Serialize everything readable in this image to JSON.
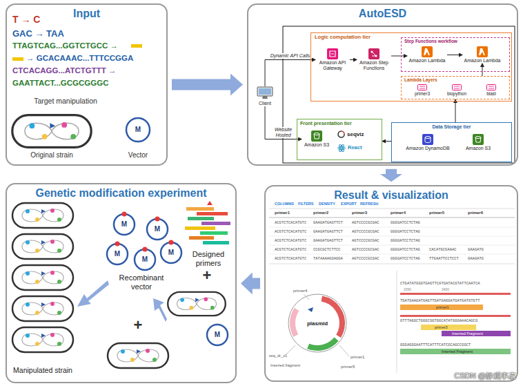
{
  "diagram": {
    "nodes": [
      {
        "text": [
          "Input"
        ]
      },
      {
        "text": [
          "AutoESD"
        ]
      },
      {
        "text": [
          "Client"
        ],
        "in": 1
      },
      {
        "text": [
          "Logic computation tier"
        ],
        "in": 1
      },
      {
        "text": [
          "Amazon API Gateway"
        ],
        "in": 3
      },
      {
        "text": [
          "Amazon Step Functions"
        ],
        "in": 3
      },
      {
        "text": [
          "Step Functions workflow"
        ],
        "in": 3
      },
      {
        "text": [
          "Amazon Lambda"
        ],
        "in": 6
      },
      {
        "text": [
          "Amazon Lambda"
        ],
        "in": 6
      },
      {
        "text": [
          "Lambda Layers"
        ],
        "in": 3
      },
      {
        "text": [
          "primer3"
        ],
        "in": 9
      },
      {
        "text": [
          "biopython"
        ],
        "in": 9
      },
      {
        "text": [
          "blast"
        ],
        "in": 9
      },
      {
        "text": [
          "Front presentation tier"
        ],
        "in": 1
      },
      {
        "text": [
          "Amazon S3"
        ],
        "in": 13
      },
      {
        "text": [
          "seqviz"
        ],
        "in": 13
      },
      {
        "text": [
          "React"
        ],
        "in": 13
      },
      {
        "text": [
          "Data Storage tier"
        ],
        "in": 1
      },
      {
        "text": [
          "Amazon DynamoDB"
        ],
        "in": 17
      },
      {
        "text": [
          "Amazon S3"
        ],
        "in": 17
      },
      {
        "text": [
          "Result & visualization"
        ]
      },
      {
        "text": [
          "Genetic modification experiment"
        ]
      }
    ],
    "edges": [
      {
        "from": 0,
        "to": 1,
        "arrow": "to"
      },
      {
        "from": 1,
        "to": 20,
        "arrow": "to"
      },
      {
        "from": 20,
        "to": 21,
        "arrow": "to"
      },
      {
        "from": 2,
        "to": 4,
        "label": "Dynamic API Calls",
        "arrow": "to"
      },
      {
        "from": 4,
        "to": 5,
        "arrow": "to"
      },
      {
        "from": 5,
        "to": 7,
        "arrow": "to"
      },
      {
        "from": 7,
        "to": 8,
        "arrow": "to"
      },
      {
        "from": 9,
        "to": 8,
        "arrow": "to"
      },
      {
        "from": 17,
        "to": 9,
        "arrow": "to"
      },
      {
        "from": 2,
        "to": 14,
        "label": "Website Hosted",
        "arrow": "to"
      },
      {
        "from": 17,
        "to": 13,
        "arrow": "to"
      }
    ],
    "labels": [
      "T → C",
      "GAC → TAA",
      "TTAGTCAG...GGTCTGCC →",
      "→ GCACAAAC...TTTCCGGA",
      "CTCACAGG...ATCTGTTT →",
      "GAATTACT...GCGCGGGC",
      "Target manipulation",
      "Original strain",
      "Vector",
      "M",
      "COLUMNS",
      "FILTERS",
      "DENSITY",
      "EXPORT",
      "REFRESH",
      "primer1",
      "primer2",
      "primer3",
      "primer4",
      "primer5",
      "primer6",
      "ACGTCTCACATGTC",
      "GAAGATGAGTTCT",
      "AGTCCCCGCGAC",
      "GGGGATCCTCTAG",
      "ACGTCTCACATGTC",
      "GAAGATGAGTTCT",
      "AGTCCCCGCGAC",
      "GGGGATCCTCTAG",
      "ACGTCTCACATGTC",
      "GAAGATGAGTTCT",
      "AGTCCCCGCGAC",
      "GGGGATCCTCTAG",
      "ACGTCTCACATGTC",
      "CCGCGCTCTTCC",
      "AGTCCCCGCGAC",
      "GGGGATCCTCTAG",
      "CACATGCGAAAC",
      "GAAGATG",
      "ACGTCTCACATGTC",
      "TATAAAAGGAGGA",
      "AGTCCCCGCGAC",
      "GGGGATCCTCTAG",
      "TTGAATTCCTCCT",
      "GAAGATG",
      "primer4",
      "plasmid",
      "primer1",
      "primer5",
      "seq_dr_+1",
      "Inserted fragment",
      "CTGATATGGGTGAGTTCATGATACGTATTCAATCA",
      "3390",
      "3400",
      "TGATGAAGATGAGTTGATGAGGATGATGATGTGTT",
      "primer1",
      "GTTTAGGCTGGGCGGTGGCATATGGGAAACAGCG",
      "primer3",
      "Inserted Fragment",
      "GGGAGGGAATTTCATTTCATCGCAGCCGGCT",
      "Inserted Fragment",
      "M",
      "M",
      "M",
      "M",
      "M",
      "Recombinant vector",
      "Designed primers",
      "+",
      "+",
      "Manipulated strain",
      "M",
      "CSDN @静观事态"
    ]
  }
}
